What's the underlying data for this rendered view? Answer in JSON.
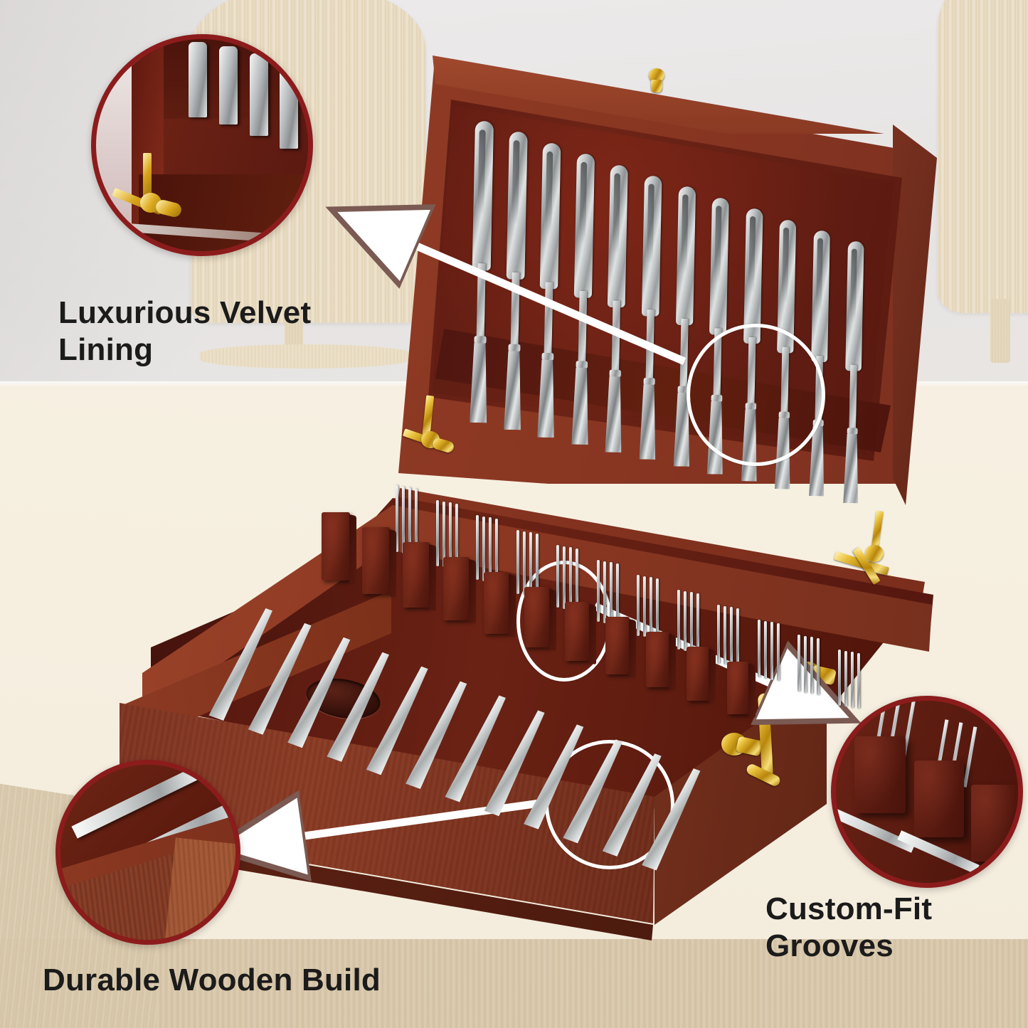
{
  "product": {
    "type": "flatware-storage-chest-infographic",
    "item": "Wooden cutlery / silverware storage box with velvet lining"
  },
  "scene": {
    "background": {
      "wall_color": "#e9e6e3",
      "table_color": "#f6efe0",
      "chair_color": "#e6d8bd"
    },
    "box": {
      "wood_color": "#8a3a23",
      "wood_dark_color": "#5f2314",
      "velvet_color": "#6b2315",
      "velvet_dark_color": "#4c140c",
      "hardware_color": "#d9a521",
      "cutlery_color": "#c9cccd"
    },
    "lid": {
      "name": "box-lid",
      "knife_count": 12,
      "clasp": "gold-knob-clasp"
    },
    "tray": {
      "name": "box-tray",
      "fork_count": 12,
      "divider_count": 11,
      "handle": "recessed-oval-notch"
    },
    "hardware": {
      "hinges": 2,
      "stay_arms": 2,
      "lid_clasp": 1
    }
  },
  "callouts": [
    {
      "id": "velvet-lining",
      "label": "Luxurious Velvet\nLining",
      "circle_border_color": "#8c1c1c",
      "detail": "close-up of velvet-lined lid with knife handles and gold hinge",
      "arrow": "points from box lid up-left to the detail circle"
    },
    {
      "id": "wooden-build",
      "label": "Durable Wooden Build",
      "circle_border_color": "#8c1c1c",
      "detail": "close-up of solid wood corner of the tray",
      "arrow": "points from the tray corner left to the detail circle"
    },
    {
      "id": "custom-fit-grooves",
      "label": "Custom-Fit\nGrooves",
      "circle_border_color": "#8c1c1c",
      "detail": "close-up of velvet divider blocks holding fork tines",
      "arrow": "points from the tray dividers right to the detail circle"
    }
  ],
  "highlight_rings": [
    {
      "id": "lid-knife-handles-ring",
      "color": "#ffffff"
    },
    {
      "id": "tray-divider-ring",
      "color": "#ffffff"
    },
    {
      "id": "tray-corner-ring",
      "color": "#ffffff"
    }
  ]
}
